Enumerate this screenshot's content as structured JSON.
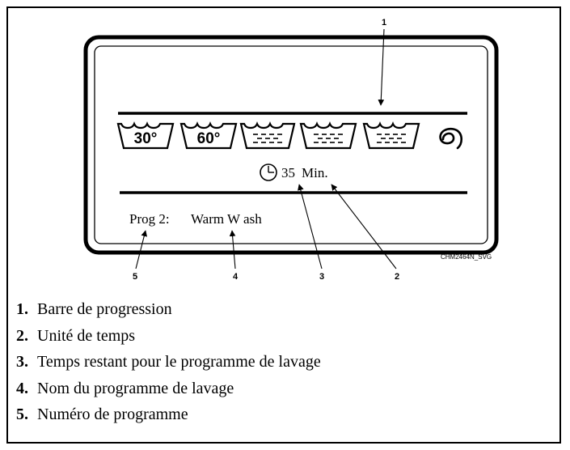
{
  "display": {
    "temps": [
      "30°",
      "60°"
    ],
    "time_value": "35",
    "time_unit": "Min.",
    "program_label": "Prog 2:",
    "program_name": "Warm W ash"
  },
  "figure_code": "CHM2464N_SVG",
  "callouts": [
    "1",
    "2",
    "3",
    "4",
    "5"
  ],
  "legend": [
    {
      "num": "1.",
      "text": "Barre de progression"
    },
    {
      "num": "2.",
      "text": "Unité de temps"
    },
    {
      "num": "3.",
      "text": "Temps restant pour le programme de lavage"
    },
    {
      "num": "4.",
      "text": "Nom du programme de lavage"
    },
    {
      "num": "5.",
      "text": "Numéro de programme"
    }
  ],
  "icons": [
    "wash-tub-30-icon",
    "wash-tub-60-icon",
    "wash-tub-icon",
    "spin-icon",
    "clock-icon"
  ]
}
